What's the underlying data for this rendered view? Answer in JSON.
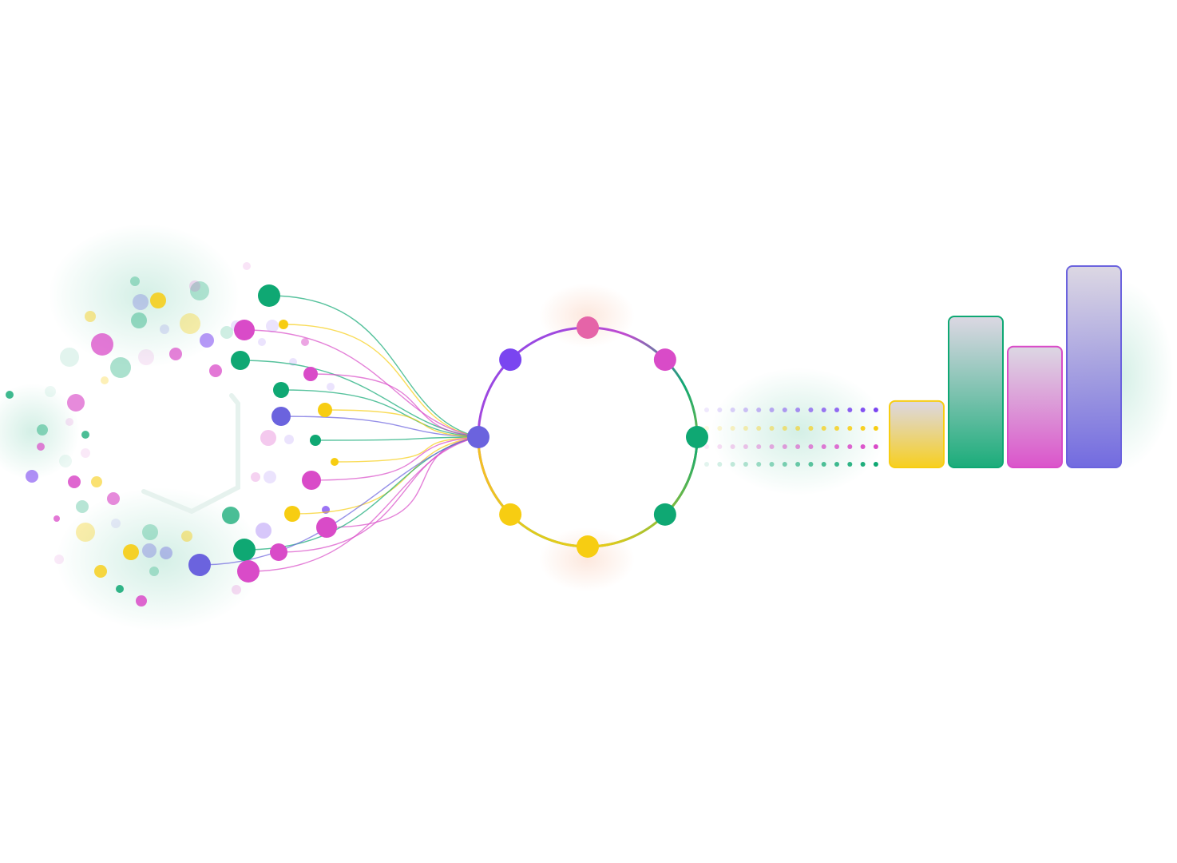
{
  "palette": {
    "green": "#0fa873",
    "magenta": "#d94bc8",
    "yellow": "#f7cd12",
    "indigo": "#6b63de",
    "violet": "#7a45f0",
    "pink": "#e564a8"
  },
  "illustration": {
    "description_free": true,
    "icons": [
      "particle-cloud",
      "connector-lines",
      "ring-node-cycle",
      "dotted-stream",
      "bar-chart"
    ]
  },
  "ring": {
    "node_colors": [
      "pink",
      "magenta",
      "green",
      "green",
      "yellow",
      "yellow",
      "yellow",
      "indigo",
      "violet"
    ]
  },
  "stream": {
    "row_colors": [
      "violet",
      "yellow",
      "magenta",
      "green"
    ]
  },
  "chart_data": {
    "type": "bar",
    "categories": [
      "",
      "",
      "",
      ""
    ],
    "values": [
      33,
      75,
      60,
      100
    ],
    "series_colors": [
      "yellow",
      "green",
      "magenta",
      "indigo"
    ],
    "title": "",
    "xlabel": "",
    "ylabel": "",
    "ylim": [
      0,
      100
    ],
    "grid": false
  }
}
